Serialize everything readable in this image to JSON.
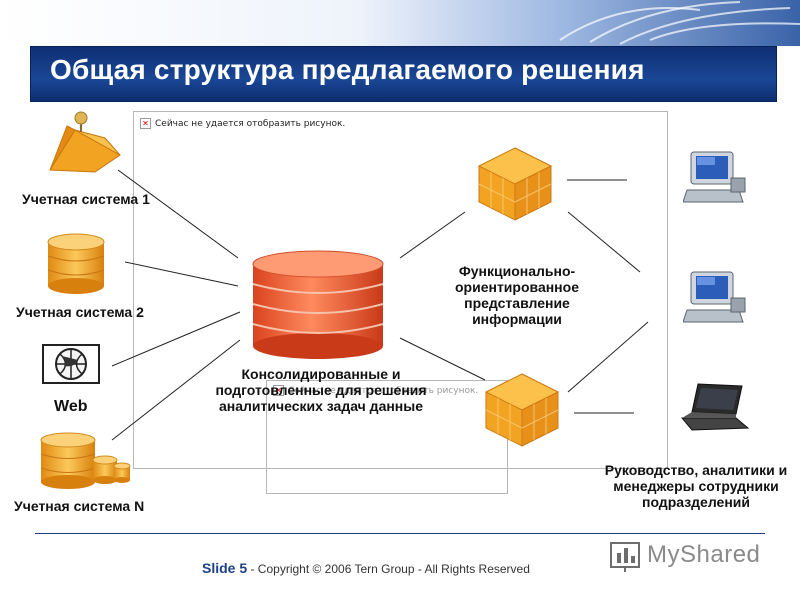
{
  "header": {
    "title": "Общая структура предлагаемого решения"
  },
  "placeholders": {
    "broken_image_text": "Сейчас не удается отобразить рисунок."
  },
  "sources": [
    {
      "label": "Учетная система 1",
      "icon": "pyramid-icon"
    },
    {
      "label": "Учетная система 2",
      "icon": "database-icon"
    },
    {
      "label": "Web",
      "icon": "globe-icon"
    },
    {
      "label": "Учетная система N",
      "icon": "database-cluster-icon"
    }
  ],
  "center": {
    "label": "Консолидированные и подготовленные для решения аналитических задач данные",
    "icon": "database-cylinder-icon"
  },
  "presentation": {
    "label": "Функционально-ориентированное представление информации",
    "icon": "cube-icon"
  },
  "consumers": {
    "label": "Руководство, аналитики и менеджеры сотрудники подразделений",
    "icons": [
      "desktop-computer-icon",
      "desktop-computer-icon",
      "laptop-icon"
    ]
  },
  "footer": {
    "slide": "Slide 5",
    "copyright": " - Copyright © 2006 Tern Group - All Rights Reserved"
  },
  "watermark": {
    "text": "MyShared"
  },
  "colors": {
    "banner": "#1a4797",
    "accent_orange": "#f29a1e",
    "db_red": "#e8532a"
  }
}
